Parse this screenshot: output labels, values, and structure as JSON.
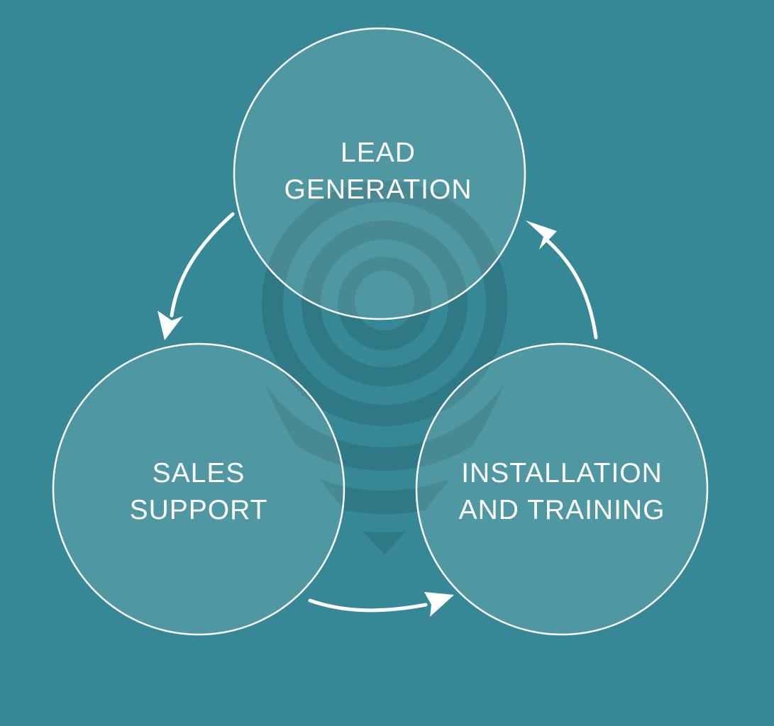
{
  "diagram": {
    "colors": {
      "background": "#378897",
      "circle_fill": "#ffffff",
      "circle_stroke": "#ffffff",
      "arrow": "#ffffff",
      "watermark": "#2a6b78"
    },
    "watermark_icon": "map-pin-target-icon",
    "nodes": [
      {
        "id": "lead-generation",
        "line1": "LEAD",
        "line2": "GENERATION"
      },
      {
        "id": "sales-support",
        "line1": "SALES",
        "line2": "SUPPORT"
      },
      {
        "id": "installation-training",
        "line1": "INSTALLATION",
        "line2": "AND TRAINING"
      }
    ],
    "flow": [
      {
        "from": "lead-generation",
        "to": "sales-support"
      },
      {
        "from": "sales-support",
        "to": "installation-training"
      },
      {
        "from": "installation-training",
        "to": "lead-generation"
      }
    ]
  }
}
